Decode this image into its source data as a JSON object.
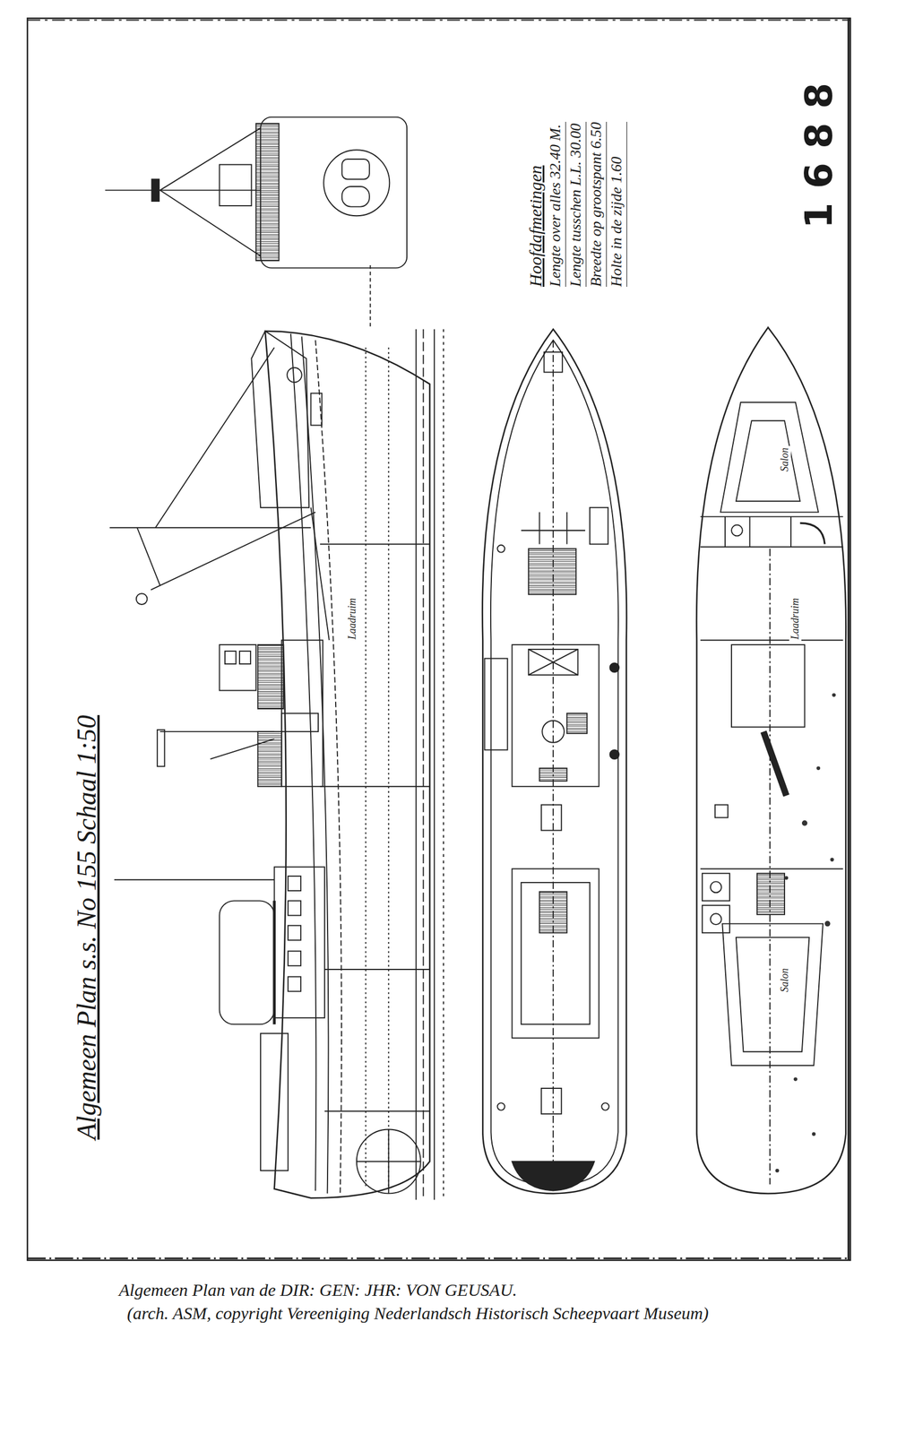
{
  "diagram": {
    "title": "Algemeen Plan s.s. No 155 Schaal 1:50",
    "caption": "Algemeen Plan van de DIR: GEN: JHR: VON GEUSAU.",
    "labels": [
      "Hoofdafmetingen",
      "Lengte over alles 32.40 M.",
      "Lengte tusschen L.L. 30.00",
      "Breedte op grootspant 6.50",
      "Holte in de zijde 1.60",
      "1688",
      "Laadruim",
      "Laadruim",
      "Salon",
      "Salon",
      "(arch. ASM, copyright Vereeniging Nederlandsch Historisch Scheepvaart Museum)"
    ]
  }
}
